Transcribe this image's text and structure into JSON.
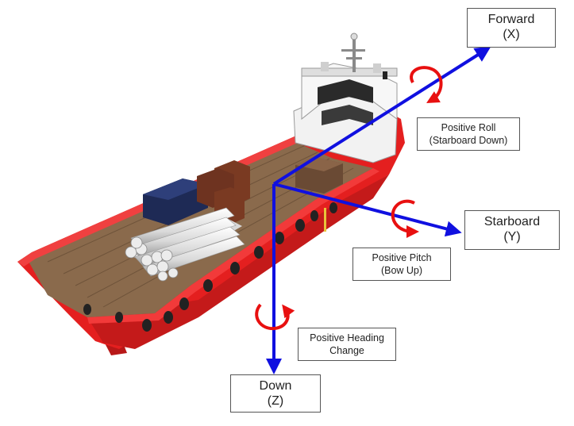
{
  "axes": {
    "forward": {
      "line1": "Forward",
      "line2": "(X)"
    },
    "starboard": {
      "line1": "Starboard",
      "line2": "(Y)"
    },
    "down": {
      "line1": "Down",
      "line2": "(Z)"
    }
  },
  "rotations": {
    "roll": {
      "line1": "Positive Roll",
      "line2": "(Starboard Down)"
    },
    "pitch": {
      "line1": "Positive Pitch",
      "line2": "(Bow Up)"
    },
    "heading": {
      "line1": "Positive Heading",
      "line2": "Change"
    }
  },
  "colors": {
    "axis": "#1010e0",
    "rotation_arrow": "#e81010",
    "hull": "#e41f1f",
    "deck": "#8a6a4c",
    "superstructure": "#f2f2f2",
    "pipes": "#e6e6e6"
  }
}
